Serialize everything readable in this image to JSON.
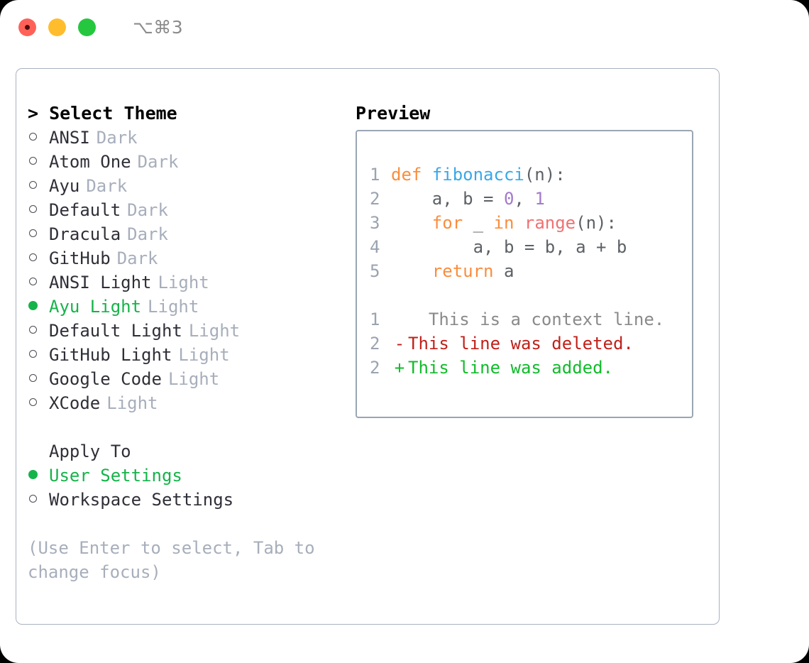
{
  "titlebar": {
    "shortcut": "⌥⌘3",
    "buttons": {
      "close": "close",
      "minimize": "minimize",
      "maximize": "maximize"
    }
  },
  "theme_section": {
    "title": "> Select Theme",
    "items": [
      {
        "label": "ANSI",
        "category": "Dark",
        "selected": false
      },
      {
        "label": "Atom One",
        "category": "Dark",
        "selected": false
      },
      {
        "label": "Ayu",
        "category": "Dark",
        "selected": false
      },
      {
        "label": "Default",
        "category": "Dark",
        "selected": false
      },
      {
        "label": "Dracula",
        "category": "Dark",
        "selected": false
      },
      {
        "label": "GitHub",
        "category": "Dark",
        "selected": false
      },
      {
        "label": "ANSI Light",
        "category": "Light",
        "selected": false
      },
      {
        "label": "Ayu Light",
        "category": "Light",
        "selected": true
      },
      {
        "label": "Default Light",
        "category": "Light",
        "selected": false
      },
      {
        "label": "GitHub Light",
        "category": "Light",
        "selected": false
      },
      {
        "label": "Google Code",
        "category": "Light",
        "selected": false
      },
      {
        "label": "XCode",
        "category": "Light",
        "selected": false
      }
    ]
  },
  "apply_section": {
    "title": "Apply To",
    "items": [
      {
        "label": "User Settings",
        "selected": true
      },
      {
        "label": "Workspace Settings",
        "selected": false
      }
    ]
  },
  "hint": "(Use Enter to select, Tab to change focus)",
  "preview": {
    "title": "Preview",
    "code_lines": [
      {
        "no": "1",
        "tokens": [
          {
            "t": "def",
            "c": "kw"
          },
          {
            "t": " ",
            "c": "plain"
          },
          {
            "t": "fibonacci",
            "c": "fn"
          },
          {
            "t": "(n):",
            "c": "punc"
          }
        ]
      },
      {
        "no": "2",
        "tokens": [
          {
            "t": "    a, b = ",
            "c": "var"
          },
          {
            "t": "0",
            "c": "num"
          },
          {
            "t": ", ",
            "c": "punc"
          },
          {
            "t": "1",
            "c": "num"
          }
        ]
      },
      {
        "no": "3",
        "tokens": [
          {
            "t": "    ",
            "c": "plain"
          },
          {
            "t": "for",
            "c": "kw"
          },
          {
            "t": " _ ",
            "c": "var"
          },
          {
            "t": "in",
            "c": "kw"
          },
          {
            "t": " ",
            "c": "plain"
          },
          {
            "t": "range",
            "c": "bi"
          },
          {
            "t": "(n):",
            "c": "punc"
          }
        ]
      },
      {
        "no": "4",
        "tokens": [
          {
            "t": "        a, b = b, a + b",
            "c": "var"
          }
        ]
      },
      {
        "no": "5",
        "tokens": [
          {
            "t": "    ",
            "c": "plain"
          },
          {
            "t": "return",
            "c": "kw"
          },
          {
            "t": " a",
            "c": "var"
          }
        ]
      }
    ],
    "diff_lines": [
      {
        "no": "1",
        "mark": "",
        "text": "  This is a context line.",
        "kind": "ctx"
      },
      {
        "no": "2",
        "mark": "-",
        "text": "This line was deleted.",
        "kind": "del"
      },
      {
        "no": "2",
        "mark": "+",
        "text": "This line was added.",
        "kind": "add"
      }
    ]
  },
  "colors": {
    "accent_green": "#16b34a",
    "keyword_orange": "#fa8d3e",
    "function_blue": "#3aa8e8",
    "number_purple": "#a37acc",
    "builtin_red": "#f07171",
    "diff_delete": "#c0201a",
    "diff_add": "#11bb2b",
    "muted_gray": "#a7aebb"
  }
}
